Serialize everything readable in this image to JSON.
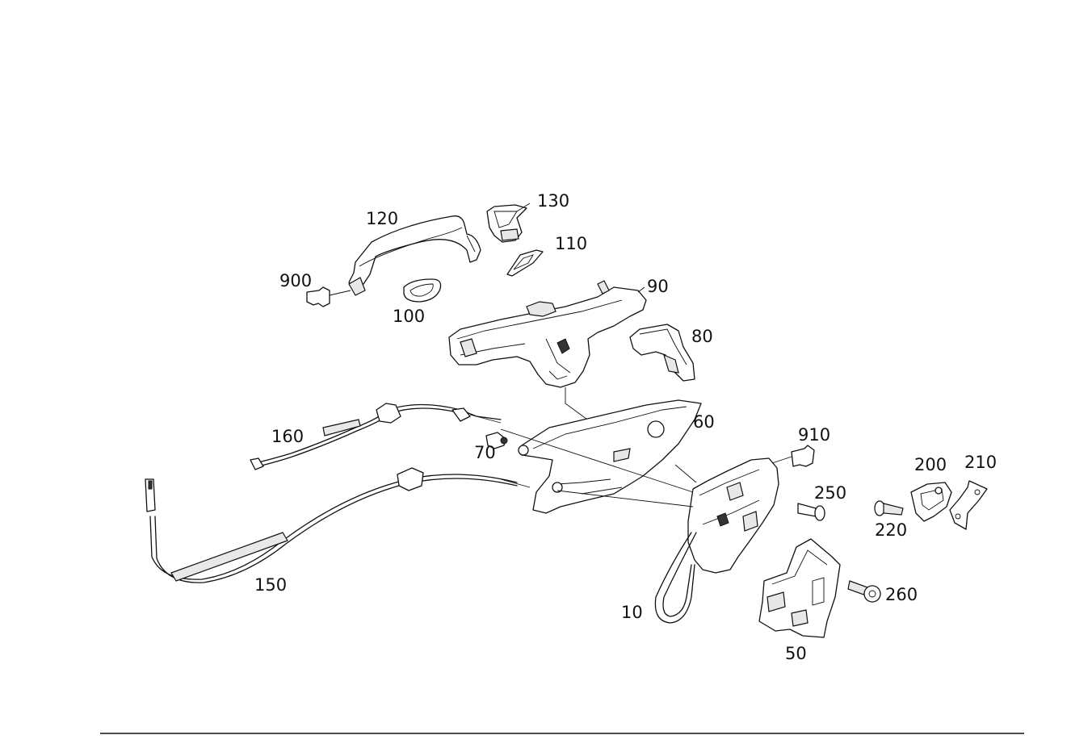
{
  "labels": {
    "p10": "10",
    "p50": "50",
    "p60": "60",
    "p70": "70",
    "p80": "80",
    "p90": "90",
    "p100": "100",
    "p110": "110",
    "p120": "120",
    "p130": "130",
    "p150": "150",
    "p160": "160",
    "p200": "200",
    "p210": "210",
    "p220": "220",
    "p250": "250",
    "p260": "260",
    "p900": "900",
    "p910": "910"
  },
  "colors": {
    "line": "#111111",
    "background": "#ffffff"
  }
}
